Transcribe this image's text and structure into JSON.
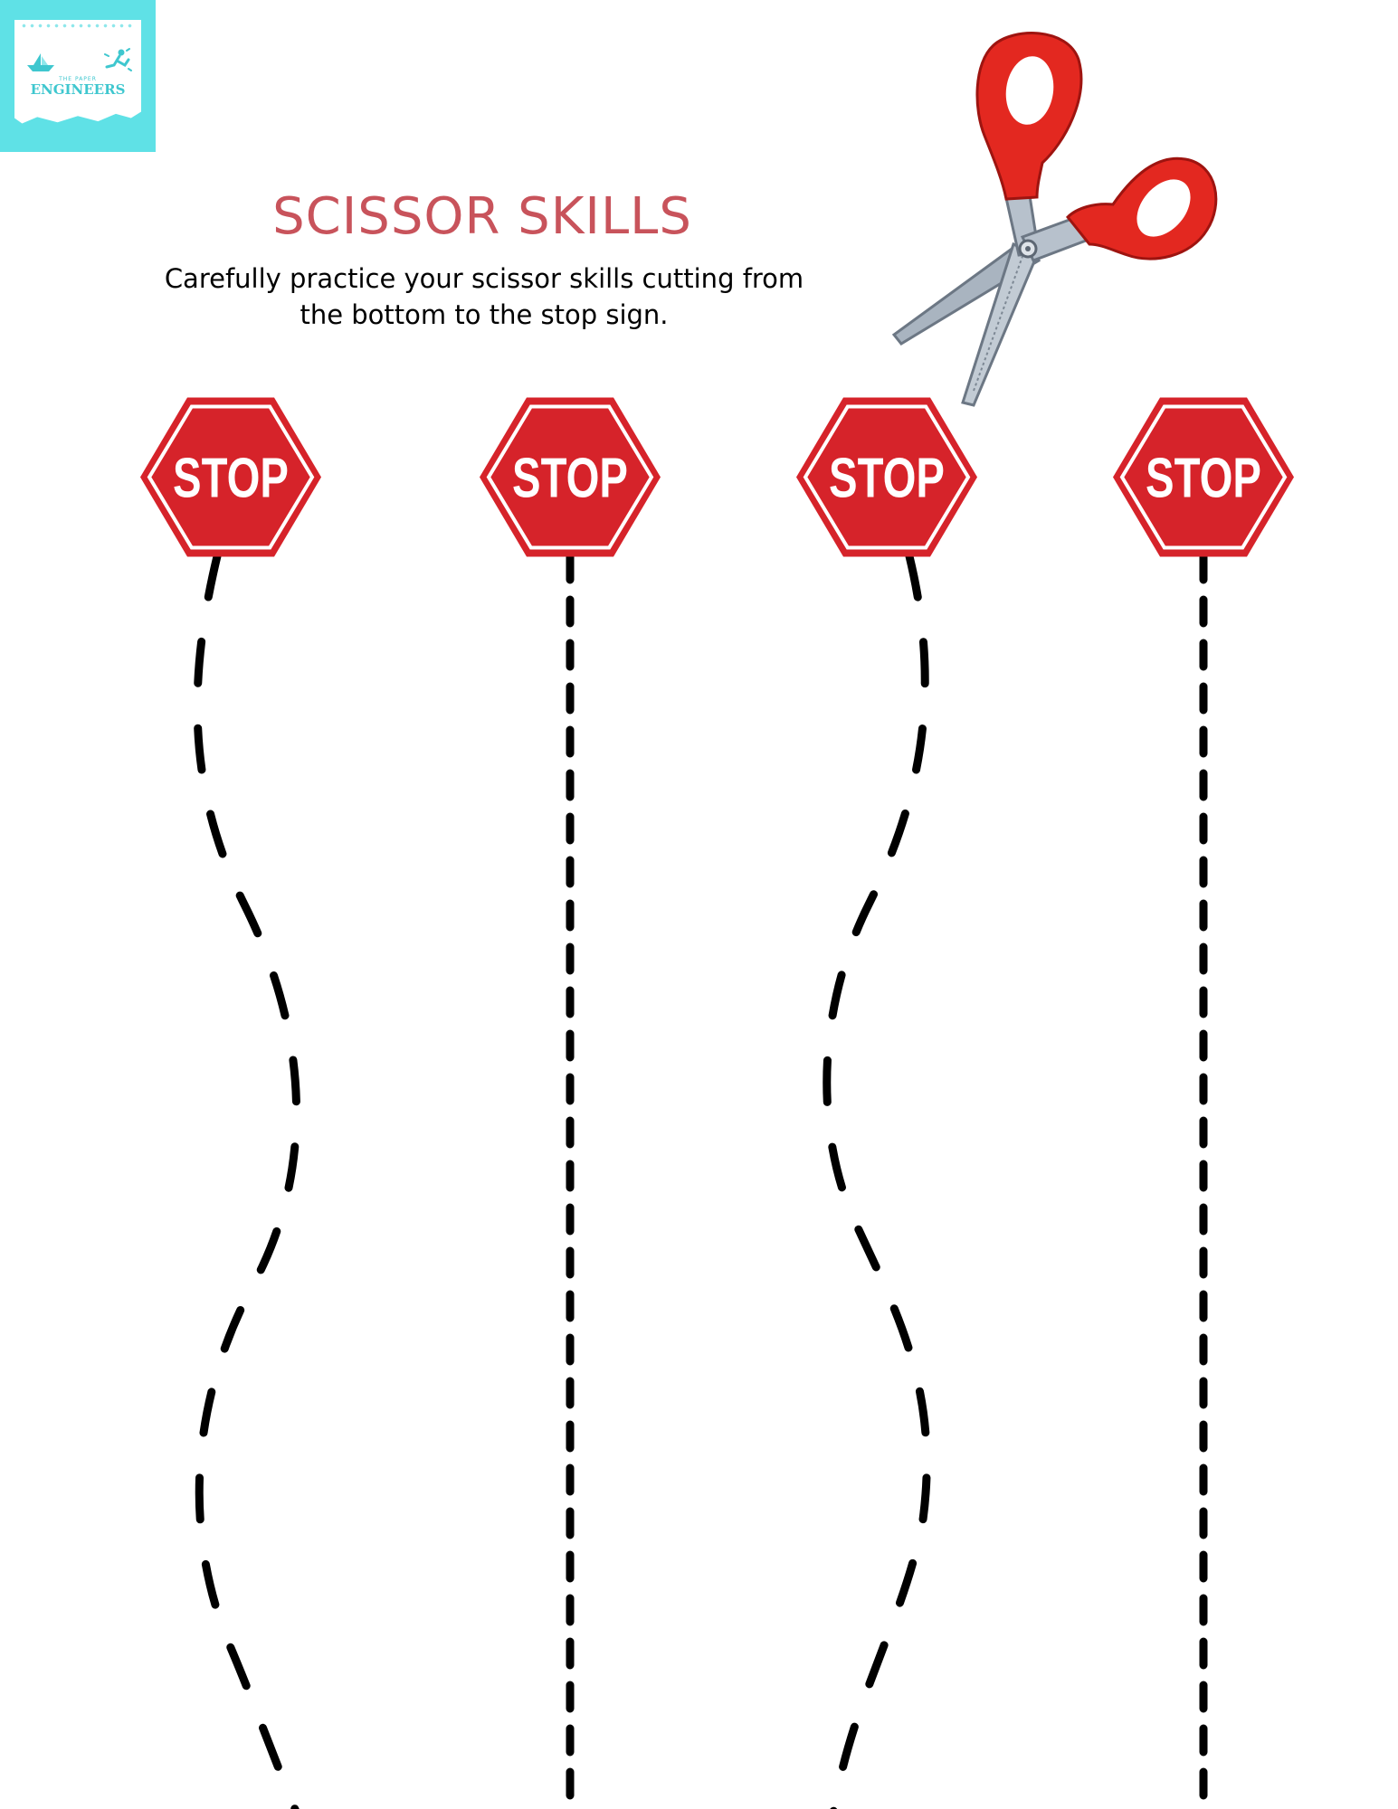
{
  "logo": {
    "top_text": "THE PAPER",
    "name": "ENGINEERS",
    "bg_color": "#5fe1e6",
    "ink_color": "#3fc7cf"
  },
  "worksheet": {
    "title": "SCISSOR SKILLS",
    "instructions_line1": "Carefully practice your scissor skills cutting from",
    "instructions_line2": "the bottom to the stop sign.",
    "title_color": "#c8535b"
  },
  "stop_signs": [
    {
      "label": "STOP"
    },
    {
      "label": "STOP"
    },
    {
      "label": "STOP"
    },
    {
      "label": "STOP"
    }
  ],
  "cut_lines": [
    {
      "style": "wavy"
    },
    {
      "style": "straight"
    },
    {
      "style": "wavy"
    },
    {
      "style": "straight"
    }
  ],
  "colors": {
    "stop_red": "#d6232a",
    "stop_border": "#ffffff",
    "scissor_handle": "#e32820",
    "scissor_blade": "#a9b4c0",
    "line_color": "#000000"
  },
  "icons": {
    "scissors": "scissors-icon",
    "stop": "stop-sign-icon"
  }
}
